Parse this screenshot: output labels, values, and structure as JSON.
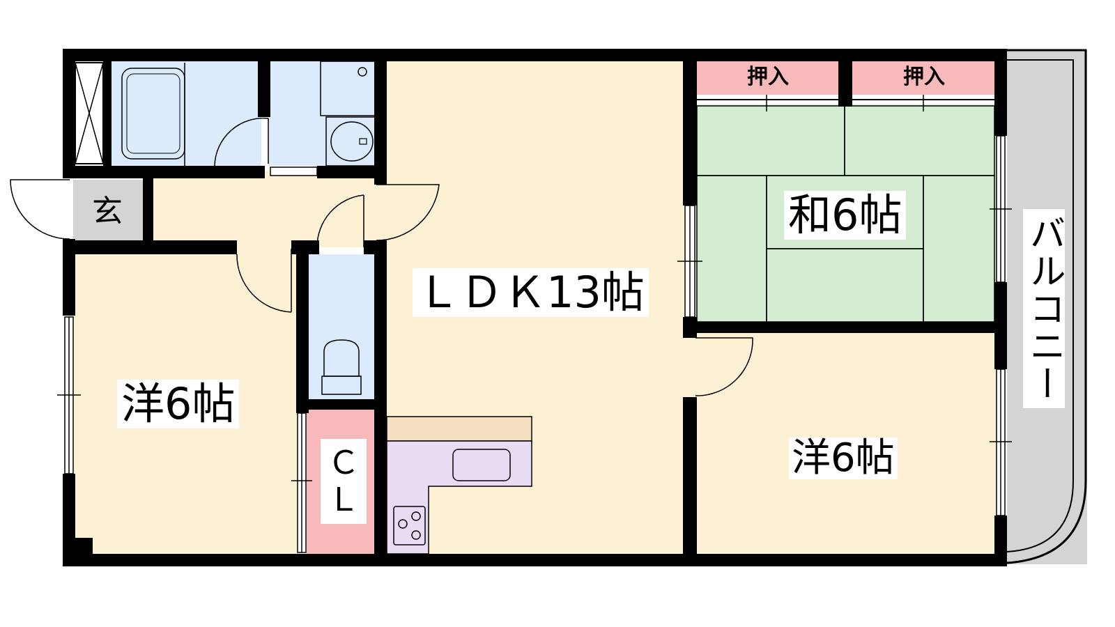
{
  "floor_plan": {
    "rooms": {
      "ldk": {
        "label": "ＬＤＫ13帖"
      },
      "japanese_room": {
        "label": "和6帖"
      },
      "western_room_left": {
        "label": "洋6帖"
      },
      "western_room_right": {
        "label": "洋6帖"
      },
      "entrance": {
        "label": "玄"
      },
      "closet": {
        "label_line1": "Ｃ",
        "label_line2": "Ｌ"
      },
      "storage_left": {
        "label": "押入"
      },
      "storage_right": {
        "label": "押入"
      },
      "balcony": {
        "label": "バルコニー"
      }
    },
    "colors": {
      "wall": "#000000",
      "floor_wood": "#fdf1d5",
      "tatami": "#d4ecd2",
      "wet_area": "#dcebfb",
      "closet": "#f7b9b9",
      "kitchen": "#e8dcf4",
      "counter": "#f3dfc2",
      "balcony": "#d4d4d4",
      "entrance_floor": "#d4d4d4"
    }
  }
}
